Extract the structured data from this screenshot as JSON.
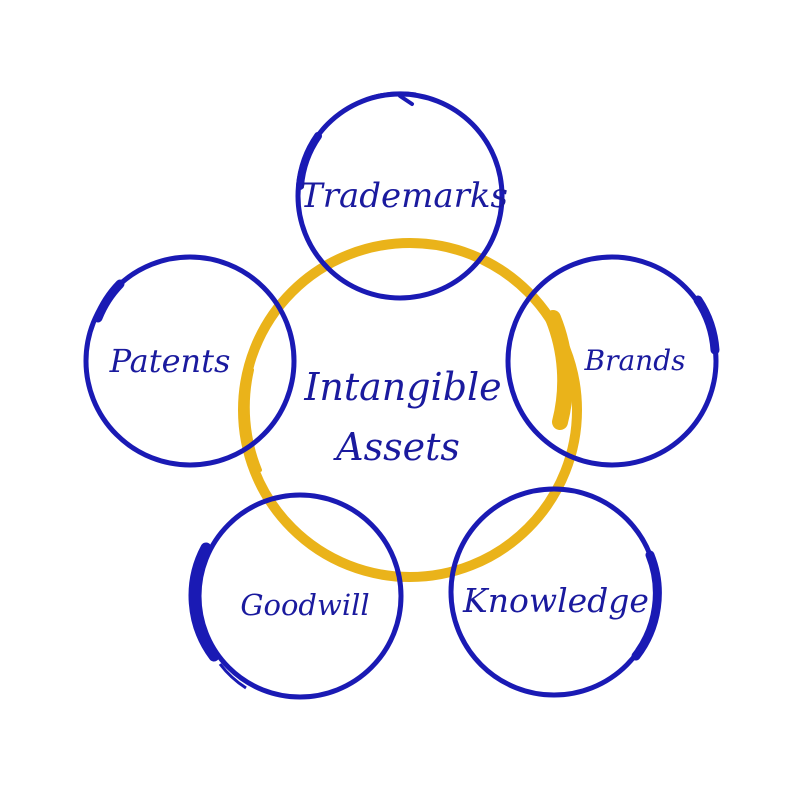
{
  "center": {
    "line1": "Intangible",
    "line2": "Assets"
  },
  "nodes": [
    {
      "id": "trademarks",
      "label": "Trademarks"
    },
    {
      "id": "brands",
      "label": "Brands"
    },
    {
      "id": "knowledge",
      "label": "Knowledge"
    },
    {
      "id": "goodwill",
      "label": "Goodwill"
    },
    {
      "id": "patents",
      "label": "Patents"
    }
  ],
  "colors": {
    "node_ring": "#1a1ab4",
    "center_ring": "#eab31a",
    "text": "#1a1a9e",
    "background": "#ffffff"
  }
}
